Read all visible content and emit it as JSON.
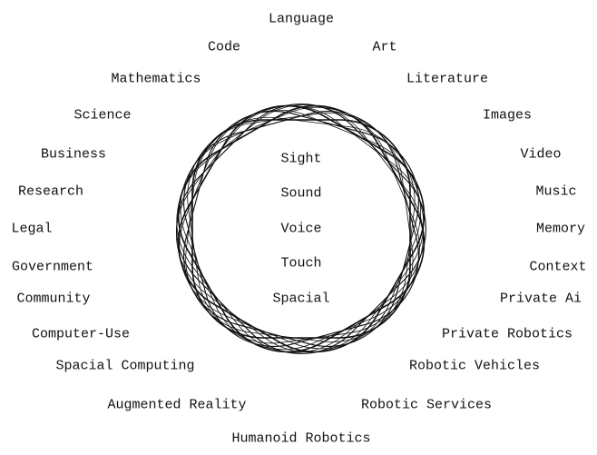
{
  "center_items": [
    "Sight",
    "Sound",
    "Voice",
    "Touch",
    "Spacial"
  ],
  "outer_labels": [
    "Language",
    "Art",
    "Literature",
    "Images",
    "Video",
    "Music",
    "Memory",
    "Context",
    "Private Ai",
    "Private Robotics",
    "Robotic Vehicles",
    "Robotic Services",
    "Humanoid Robotics",
    "Augmented Reality",
    "Spacial Computing",
    "Computer-Use",
    "Community",
    "Government",
    "Legal",
    "Research",
    "Business",
    "Science",
    "Mathematics",
    "Code"
  ],
  "colors": {
    "line": "#111111",
    "text": "#111111",
    "background": "#ffffff"
  }
}
